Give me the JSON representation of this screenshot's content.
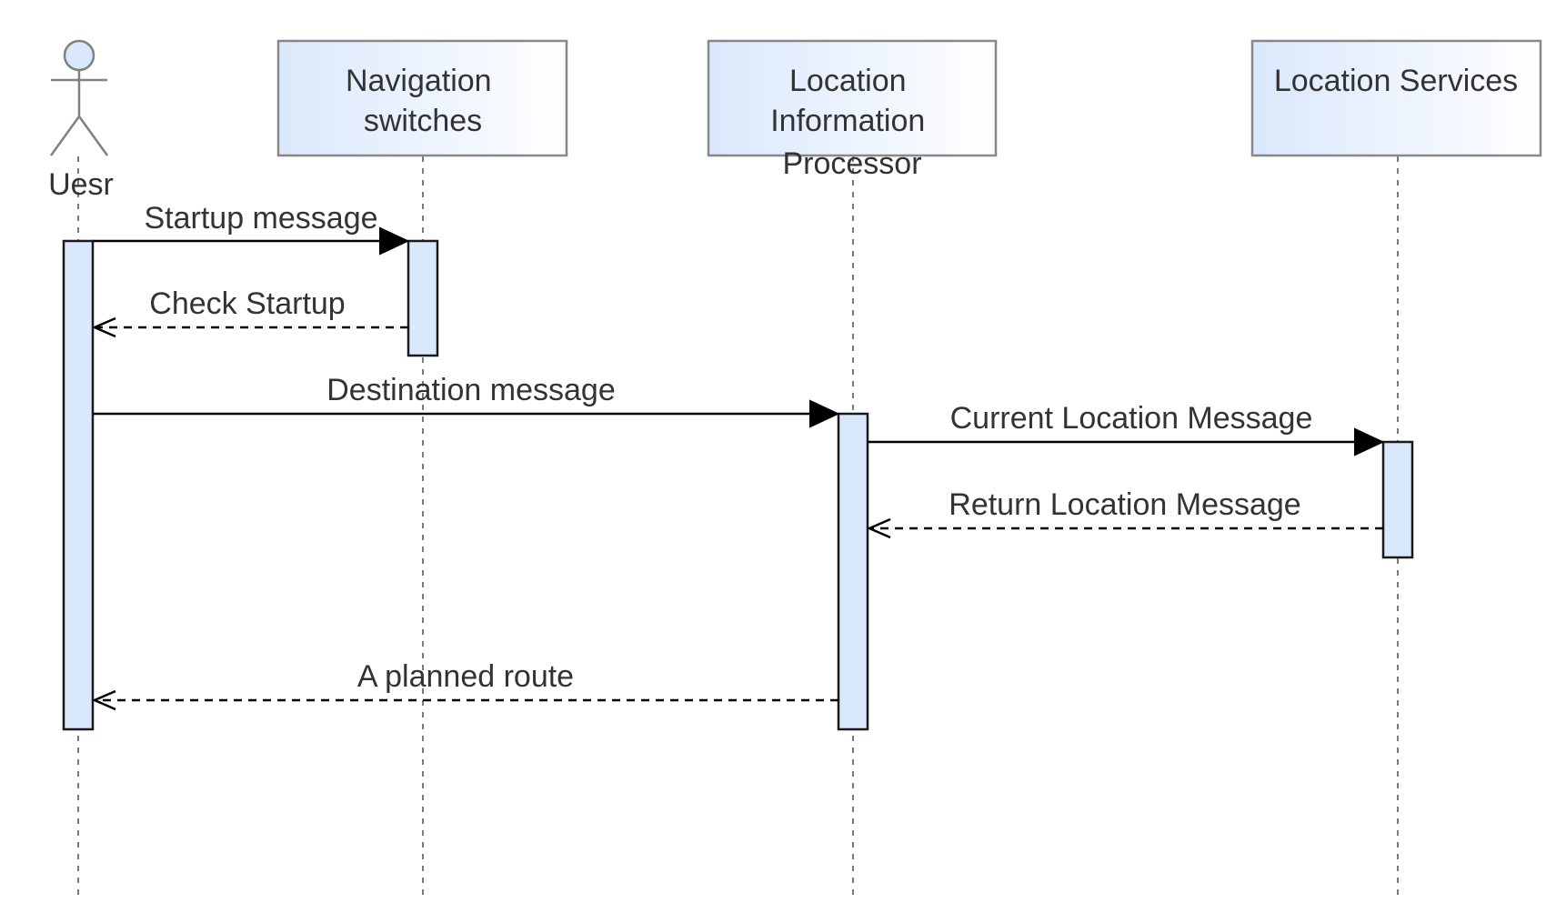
{
  "colors": {
    "participant_gradient_start": "#dae8fc",
    "participant_gradient_end": "#ffffff",
    "participant_border": "#888888",
    "activation_fill": "#dae8fc",
    "activation_border": "#1a1a1a",
    "actor_head_fill": "#dae8fc",
    "lifeline": "#7a7a7a",
    "text": "#333333",
    "arrow": "#000000"
  },
  "actor": {
    "label": "Uesr"
  },
  "participants": [
    {
      "id": "nav",
      "label_lines": [
        "Navigation",
        "switches"
      ]
    },
    {
      "id": "lip",
      "label_lines": [
        "Location",
        "Information",
        "Processor"
      ]
    },
    {
      "id": "ls",
      "label_lines": [
        "Location Services"
      ]
    }
  ],
  "messages": [
    {
      "id": "startup",
      "label": "Startup message",
      "from": "user",
      "to": "nav",
      "style": "solid"
    },
    {
      "id": "check",
      "label": "Check Startup",
      "from": "nav",
      "to": "user",
      "style": "dashed"
    },
    {
      "id": "destination",
      "label": "Destination message",
      "from": "user",
      "to": "lip",
      "style": "solid"
    },
    {
      "id": "current",
      "label": "Current Location Message",
      "from": "lip",
      "to": "ls",
      "style": "solid"
    },
    {
      "id": "return",
      "label": "Return Location Message",
      "from": "ls",
      "to": "lip",
      "style": "dashed"
    },
    {
      "id": "route",
      "label": "A planned route",
      "from": "lip",
      "to": "user",
      "style": "dashed"
    }
  ]
}
